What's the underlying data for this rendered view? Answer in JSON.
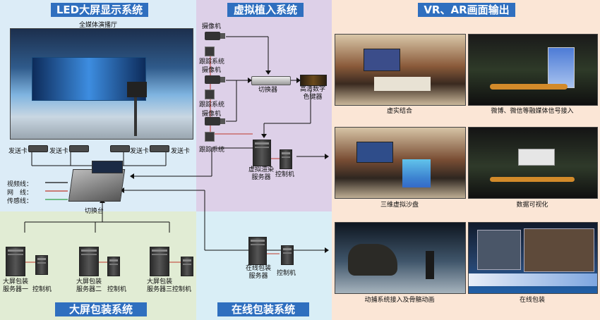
{
  "sections": {
    "led": "LED大屏显示系统",
    "virtual": "虚拟植入系统",
    "vr": "VR、AR画面输出",
    "bigscreen": "大屏包装系统",
    "online": "在线包装系统"
  },
  "led": {
    "studio_label": "全媒体演播厅",
    "sender": "发送卡",
    "legend": {
      "video": "视频线：",
      "net": "网　线：",
      "sensor": "传感线："
    },
    "switcher": "切换台"
  },
  "virtual": {
    "camera": "摄像机",
    "tracking": "跟踪系统",
    "switcher": "切换器",
    "keyer": "高清数字\n色键器",
    "render_server": "虚拟渲染\n服务器",
    "control": "控制机"
  },
  "vr": {
    "items": [
      "虚实结合",
      "微博、微信等融媒体信号接入",
      "三维虚拟沙盘",
      "数据可视化",
      "动捕系统接入及骨骼动画",
      "在线包装"
    ]
  },
  "bigscreen": {
    "servers": [
      "大屏包装\n服务器一",
      "大屏包装\n服务器二",
      "大屏包装\n服务器三"
    ],
    "control": "控制机"
  },
  "online": {
    "server": "在线包装\n服务器",
    "control": "控制机"
  },
  "colors": {
    "video": "#111111",
    "net": "#c0392b",
    "sensor": "#2e9e44",
    "title": "#2f6fbf"
  }
}
